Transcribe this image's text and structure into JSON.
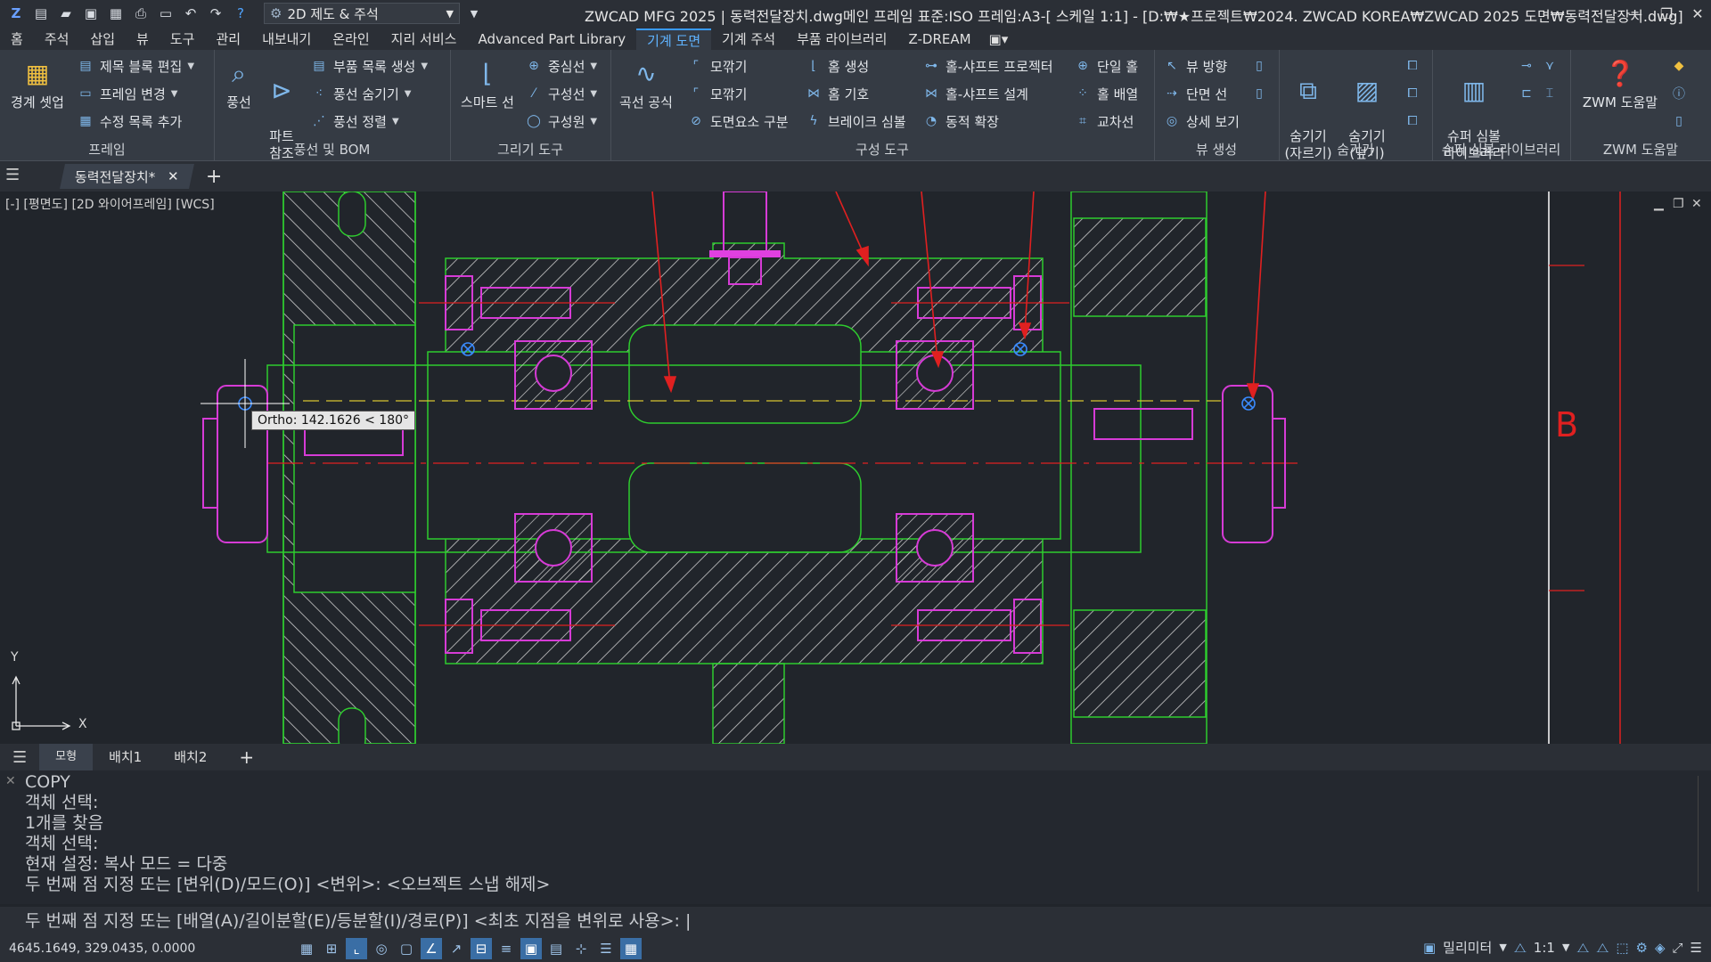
{
  "titlebar": {
    "workspace": "2D 제도 & 주석",
    "title": "ZWCAD MFG 2025 | 동력전달장치.dwg메인 프레임 표준:ISO 프레임:A3-[ 스케일 1:1] - [D:₩★프로젝트₩2024. ZWCAD KOREA₩ZWCAD 2025 도면₩동력전달장치.dwg]"
  },
  "menu": [
    "홈",
    "주석",
    "삽입",
    "뷰",
    "도구",
    "관리",
    "내보내기",
    "온라인",
    "지리 서비스",
    "Advanced Part Library",
    "기계 도면",
    "기계 주석",
    "부품 라이브러리",
    "Z-DREAM"
  ],
  "menu_active_index": 10,
  "ribbon": {
    "frame": {
      "label": "프레임",
      "big": "경계 셋업",
      "items": [
        "제목 블록 편집",
        "프레임 변경",
        "수정 목록 추가"
      ]
    },
    "balloon": {
      "label": "풍선 및 BOM",
      "big1": "풍선",
      "big2": "파트\n참조",
      "items": [
        "부품 목록 생성",
        "풍선 숨기기",
        "풍선 정렬"
      ]
    },
    "draw": {
      "label": "그리기 도구",
      "big": "스마트 선",
      "items": [
        "중심선",
        "구성선",
        "구성원"
      ]
    },
    "compose": {
      "label": "구성 도구",
      "big": "곡선 공식",
      "col1": [
        "모깎기",
        "모깎기",
        "도면요소 구분"
      ],
      "col2": [
        "홈 생성",
        "홈 기호",
        "브레이크 심볼"
      ],
      "col3": [
        "홀-샤프트 프로젝터",
        "홀-샤프트 설계",
        "동적 확장"
      ],
      "col4": [
        "단일 홀",
        "홀 배열",
        "교차선"
      ]
    },
    "view": {
      "label": "뷰 생성",
      "items": [
        "뷰 방향",
        "단면 선",
        "상세 보기"
      ]
    },
    "hide": {
      "label": "숨기기",
      "b1": "숨기기\n(자르기)",
      "b2": "숨기기\n(덮기)"
    },
    "symbol": {
      "label": "슈퍼 심볼 라이브러리",
      "big": "슈퍼 심볼\n라이브러리"
    },
    "help": {
      "label": "ZWM 도움말",
      "big": "ZWM 도움말"
    }
  },
  "doctab": {
    "name": "동력전달장치*"
  },
  "viewport": {
    "label": "[-] [평면도] [2D 와이어프레임] [WCS]",
    "tooltip": "Ortho: 142.1626 < 180°",
    "zone_letter": "B",
    "axis_x": "X",
    "axis_y": "Y"
  },
  "layout_tabs": [
    "모형",
    "배치1",
    "배치2"
  ],
  "command_history": [
    "COPY",
    "객체 선택:",
    "1개를 찾음",
    "객체 선택:",
    "현재 설정: 복사 모드 = 다중",
    "두 번째 점 지정 또는 [변위(D)/모드(O)] <변위>: <오브젝트 스냅 해제>"
  ],
  "command_prompt": "두 번째 점 지정 또는 [배열(A)/길이분할(E)/등분할(I)/경로(P)] <최초 지점을 변위로 사용>: |",
  "status": {
    "coords": "4645.1649, 329.0435, 0.0000",
    "units": "밀리미터",
    "scale": "1:1"
  },
  "colors": {
    "accent": "#3a9bff",
    "geometry": "#2ecc2e",
    "hatch": "#c9c9c9",
    "magenta": "#d63bd6",
    "red": "#e02020",
    "yellow": "#d8c430"
  }
}
